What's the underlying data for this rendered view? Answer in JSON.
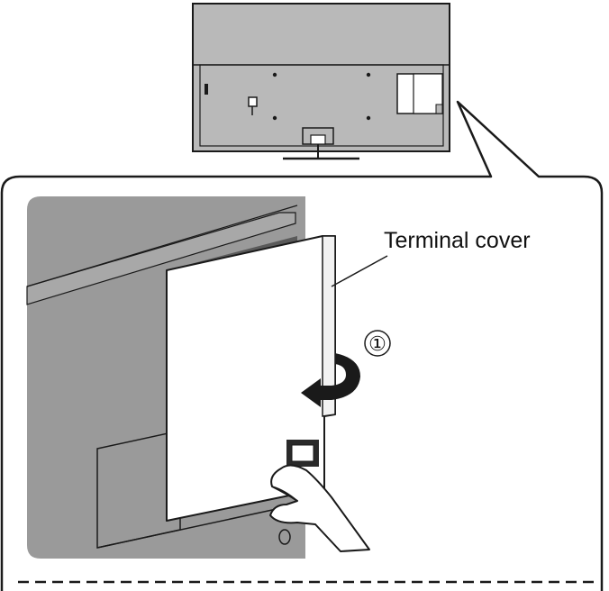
{
  "diagram": {
    "callout_label": "Terminal cover",
    "step_marker": "①",
    "colors": {
      "tv_body": "#b9b9b9",
      "detail_panel": "#9a9a9a",
      "outline": "#1a1a1a",
      "cover": "#ffffff",
      "background": "#ffffff"
    },
    "icons": [
      "tv-rear-view",
      "terminal-cover",
      "hand",
      "rotation-arrow"
    ]
  }
}
